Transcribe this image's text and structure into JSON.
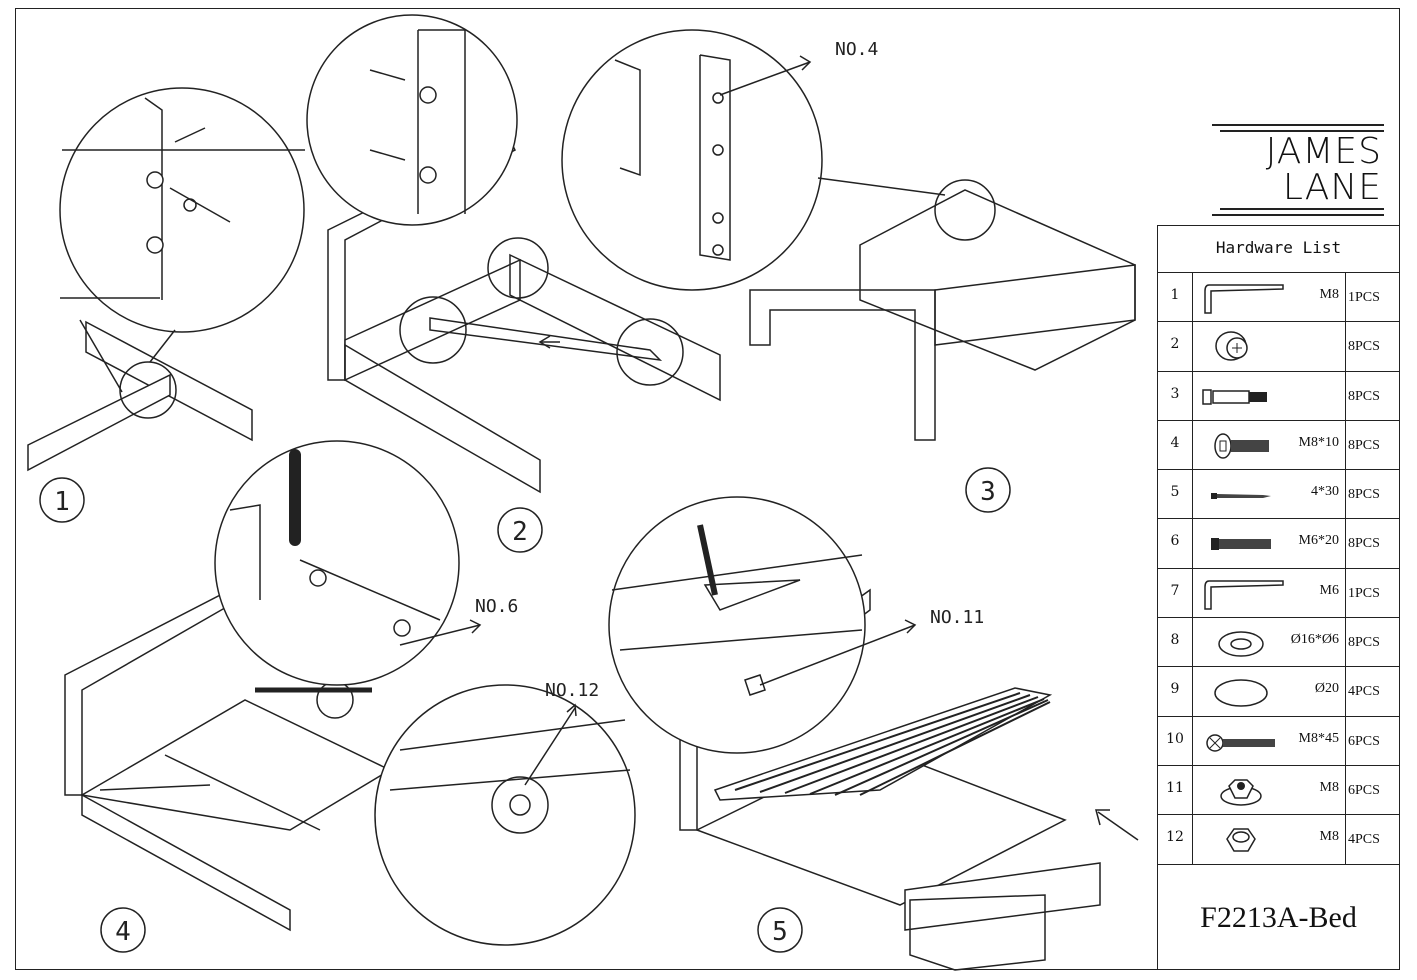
{
  "brand": {
    "line1": "JAMES",
    "line2": "LANE"
  },
  "steps": [
    {
      "number": "1"
    },
    {
      "number": "2"
    },
    {
      "number": "3"
    },
    {
      "number": "4"
    },
    {
      "number": "5"
    }
  ],
  "callouts": {
    "no4": "NO.4",
    "no6": "NO.6",
    "no11": "NO.11",
    "no12": "NO.12"
  },
  "hardware_list": {
    "title": "Hardware List",
    "items": [
      {
        "no": "1",
        "icon": "allen-key",
        "spec": "M8",
        "qty": "1PCS"
      },
      {
        "no": "2",
        "icon": "cam-lock",
        "spec": "",
        "qty": "8PCS"
      },
      {
        "no": "3",
        "icon": "cam-bolt",
        "spec": "",
        "qty": "8PCS"
      },
      {
        "no": "4",
        "icon": "hex-socket-bolt",
        "spec": "M8*10",
        "qty": "8PCS"
      },
      {
        "no": "5",
        "icon": "wood-screw",
        "spec": "4*30",
        "qty": "8PCS"
      },
      {
        "no": "6",
        "icon": "hex-socket-bolt-long",
        "spec": "M6*20",
        "qty": "8PCS"
      },
      {
        "no": "7",
        "icon": "allen-key",
        "spec": "M6",
        "qty": "1PCS"
      },
      {
        "no": "8",
        "icon": "washer",
        "spec": "Ø16*Ø6",
        "qty": "8PCS"
      },
      {
        "no": "9",
        "icon": "disc-pad",
        "spec": "Ø20",
        "qty": "4PCS"
      },
      {
        "no": "10",
        "icon": "phillips-bolt",
        "spec": "M8*45",
        "qty": "6PCS"
      },
      {
        "no": "11",
        "icon": "flange-nut",
        "spec": "M8",
        "qty": "6PCS"
      },
      {
        "no": "12",
        "icon": "hex-nut",
        "spec": "M8",
        "qty": "4PCS"
      }
    ],
    "model": "F2213A-Bed"
  }
}
